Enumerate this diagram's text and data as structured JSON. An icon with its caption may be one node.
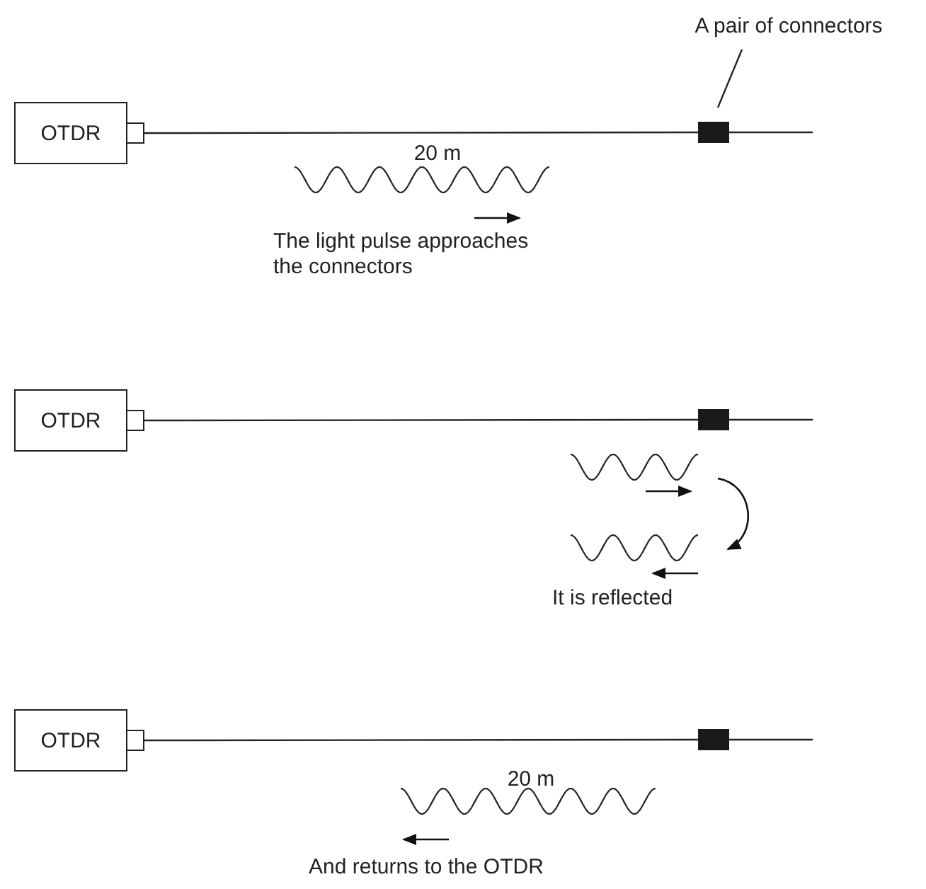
{
  "diagram": {
    "nodes": [
      {
        "text": [
          "A pair of connectors"
        ]
      },
      {
        "text": [
          "OTDR"
        ]
      },
      {
        "text": [],
        "shape": "box"
      },
      {
        "text": [
          "OTDR"
        ]
      },
      {
        "text": [],
        "shape": "box"
      },
      {
        "text": [
          "OTDR"
        ]
      },
      {
        "text": [],
        "shape": "box"
      }
    ],
    "edges": [
      {
        "from": 0,
        "to": 2,
        "arrow": "none"
      },
      {
        "from": 1,
        "to": 2,
        "arrow": "none"
      },
      {
        "from": 2,
        "to": null,
        "arrow": "none"
      },
      {
        "from": 3,
        "to": 4,
        "arrow": "none"
      },
      {
        "from": 4,
        "to": null,
        "arrow": "none"
      },
      {
        "from": 5,
        "to": 6,
        "arrow": "none"
      },
      {
        "from": 6,
        "to": null,
        "arrow": "none"
      }
    ],
    "labels": [
      "20 m",
      "The light pulse approaches the connectors",
      "It is reflected",
      "20 m",
      "And returns to the OTDR"
    ]
  }
}
